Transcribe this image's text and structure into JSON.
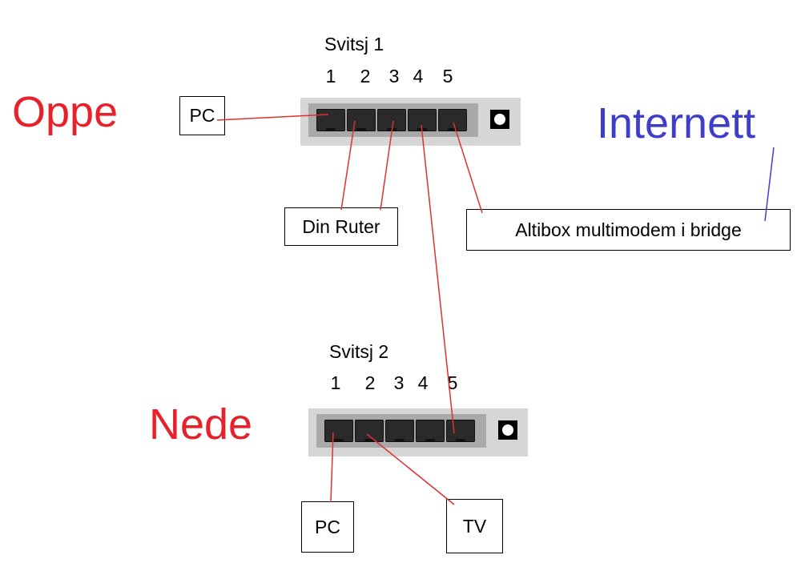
{
  "switches": [
    {
      "title": "Svitsj 1",
      "ports": [
        "1",
        "2",
        "3",
        "4",
        "5"
      ]
    },
    {
      "title": "Svitsj 2",
      "ports": [
        "1",
        "2",
        "3",
        "4",
        "5"
      ]
    }
  ],
  "floors": {
    "upstairs": "Oppe",
    "downstairs": "Nede"
  },
  "internet": "Internett",
  "devices": {
    "pc_upstairs": "PC",
    "router": "Din Ruter",
    "modem": "Altibox multimodem i bridge",
    "pc_downstairs": "PC",
    "tv": "TV"
  },
  "colors": {
    "label_red": "#e8202a",
    "label_blue": "#3e3ec8",
    "wire_red": "#e03030",
    "wire_blue": "#3e3ec8"
  }
}
